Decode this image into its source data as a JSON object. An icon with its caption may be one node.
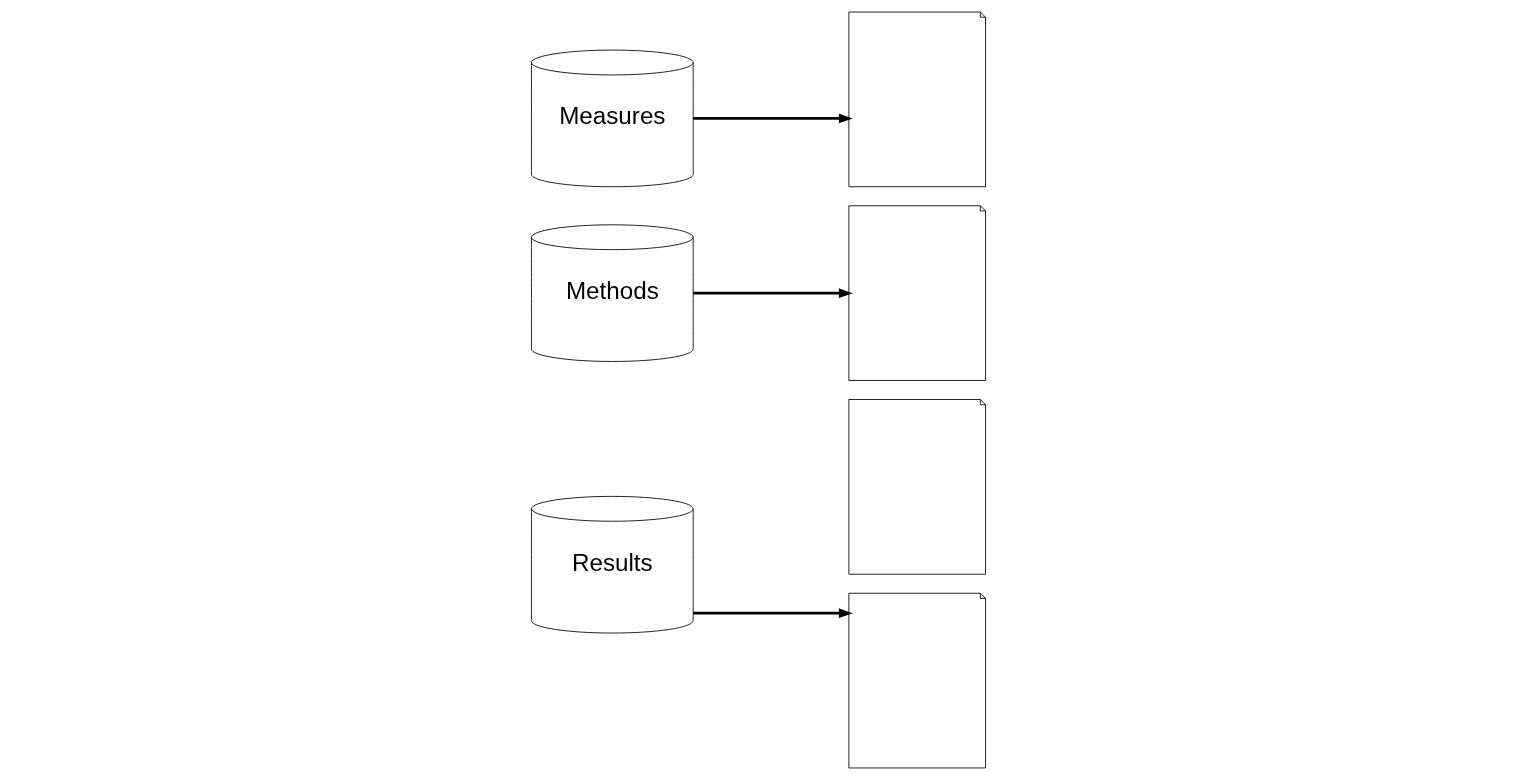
{
  "diagram": {
    "nodes": [
      {
        "text": [
          "Measures"
        ]
      },
      {
        "text": [
          "Methods"
        ]
      },
      {
        "text": [
          "Results"
        ]
      },
      {
        "text": [],
        "shape": "document"
      },
      {
        "text": [],
        "shape": "document"
      },
      {
        "text": [],
        "shape": "document"
      },
      {
        "text": [],
        "shape": "document"
      }
    ],
    "edges": [
      {
        "from": 0,
        "to": 3,
        "arrow": "to"
      },
      {
        "from": 1,
        "to": 4,
        "arrow": "to"
      },
      {
        "from": 2,
        "to": 6,
        "arrow": "to"
      }
    ]
  }
}
